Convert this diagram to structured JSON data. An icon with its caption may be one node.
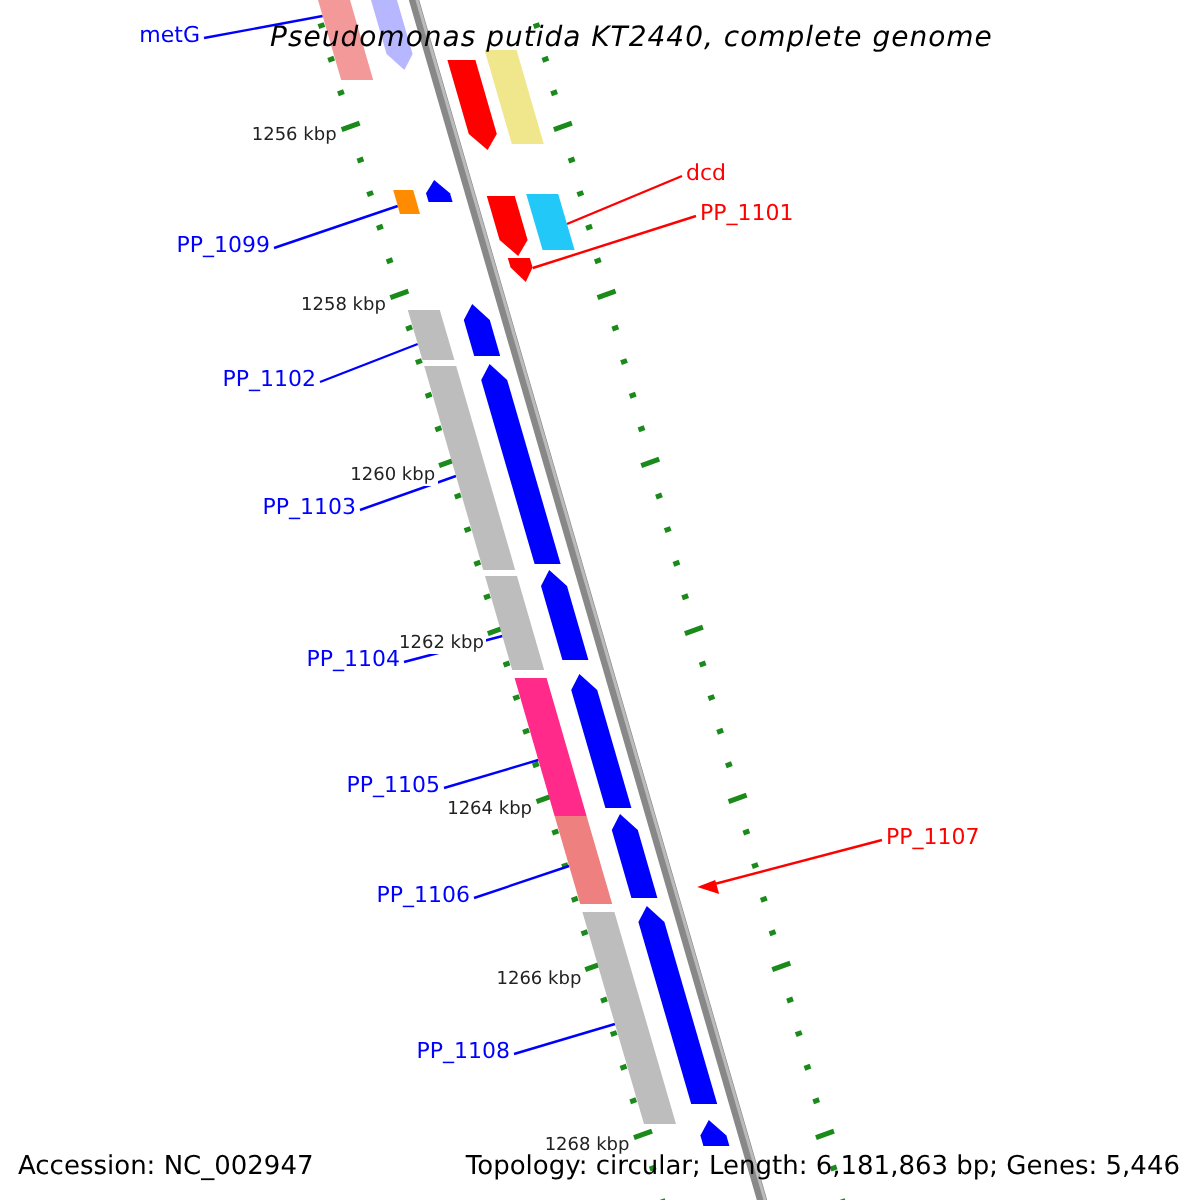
{
  "diagram": {
    "title": "Pseudomonas putida KT2440, complete genome",
    "nodes": [
      {
        "text": [
          "metG"
        ]
      },
      {
        "text": [],
        "shape": "box"
      },
      {
        "text": [
          "dcd"
        ]
      },
      {
        "text": [],
        "shape": "box"
      },
      {
        "text": [
          "PP_1099"
        ]
      },
      {
        "text": [],
        "shape": "box"
      },
      {
        "text": [
          "PP_1101"
        ]
      },
      {
        "text": [],
        "shape": "arrow"
      },
      {
        "text": [
          "PP_1102"
        ]
      },
      {
        "text": [],
        "shape": "box"
      },
      {
        "text": [
          "PP_1103"
        ]
      },
      {
        "text": [],
        "shape": "box"
      },
      {
        "text": [
          "PP_1104"
        ]
      },
      {
        "text": [],
        "shape": "box"
      },
      {
        "text": [
          "PP_1105"
        ]
      },
      {
        "text": [],
        "shape": "box"
      },
      {
        "text": [
          "PP_1106"
        ]
      },
      {
        "text": [],
        "shape": "box"
      },
      {
        "text": [
          "PP_1107"
        ]
      },
      {
        "text": [],
        "shape": "arrow"
      },
      {
        "text": [
          "PP_1108"
        ]
      },
      {
        "text": [],
        "shape": "box"
      },
      {
        "text": [],
        "shape": "arrow"
      },
      {
        "text": [],
        "shape": "arrow"
      },
      {
        "text": [],
        "shape": "box"
      },
      {
        "text": [],
        "shape": "arrow"
      },
      {
        "text": [],
        "shape": "arrow"
      },
      {
        "text": [],
        "shape": "arrow"
      },
      {
        "text": [],
        "shape": "arrow"
      },
      {
        "text": [],
        "shape": "arrow"
      },
      {
        "text": [],
        "shape": "arrow"
      },
      {
        "text": [],
        "shape": "arrow"
      },
      {
        "text": [],
        "shape": "arrow"
      },
      {
        "text": [],
        "shape": "arrow"
      }
    ],
    "edges": [
      {
        "from": 0,
        "to": 1,
        "arrow": "none"
      },
      {
        "from": 2,
        "to": 3,
        "arrow": "none",
        "color": "#ff0000"
      },
      {
        "from": 4,
        "to": 5,
        "arrow": "none"
      },
      {
        "from": 6,
        "to": 7,
        "arrow": "none",
        "color": "#ff0000"
      },
      {
        "from": 8,
        "to": 9,
        "arrow": "none"
      },
      {
        "from": 10,
        "to": 11,
        "arrow": "none"
      },
      {
        "from": 12,
        "to": 13,
        "arrow": "none"
      },
      {
        "from": 14,
        "to": 15,
        "arrow": "none"
      },
      {
        "from": 16,
        "to": 17,
        "arrow": "none"
      },
      {
        "from": 18,
        "to": 19,
        "arrow": "none",
        "color": "#ff0000"
      },
      {
        "from": 20,
        "to": 21,
        "arrow": "none"
      }
    ],
    "labels": [
      "1256 kbp",
      "1258 kbp",
      "1260 kbp",
      "1262 kbp",
      "1264 kbp",
      "1266 kbp",
      "1268 kbp",
      "Accession: NC_002947",
      "Topology: circular; Length: 6,181,863 bp; Genes: 5,446"
    ]
  }
}
